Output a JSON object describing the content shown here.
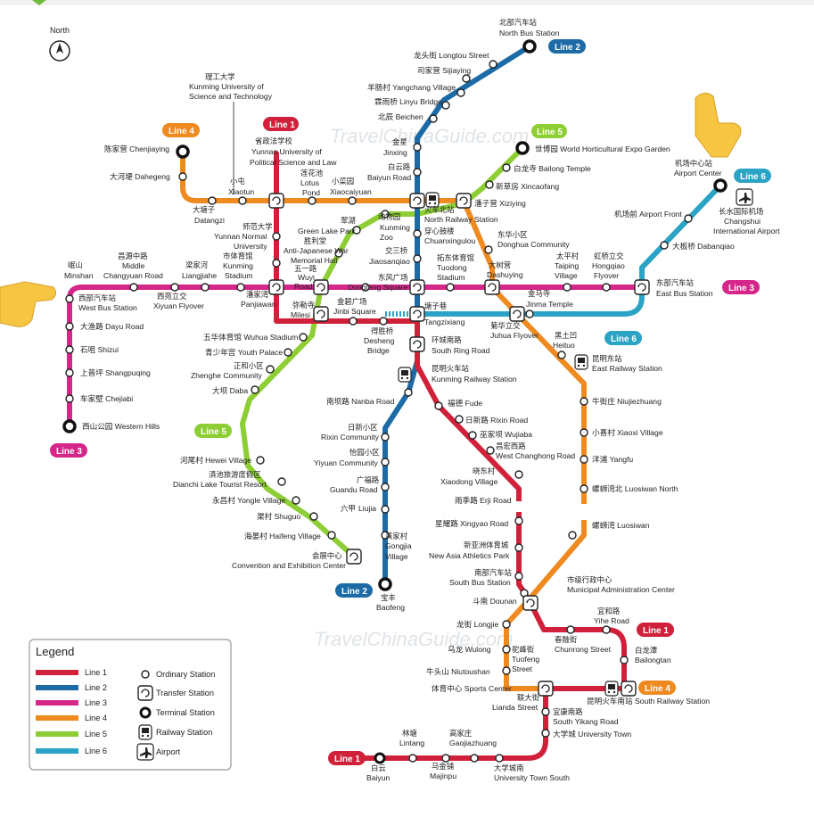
{
  "north_label": "North",
  "watermark": "TravelChinaGuide.com",
  "colors": {
    "line1": "#d1213a",
    "line2": "#1c6aa6",
    "line3": "#d5268a",
    "line4": "#ee8a1f",
    "line5": "#8dce34",
    "line6": "#2aa3c4"
  },
  "line_badges": {
    "line1_top": "Line 1",
    "line1_right": "Line 1",
    "line1_bottom": "Line 1",
    "line2_top": "Line 2",
    "line2_bottom": "Line 2",
    "line3_right": "Line 3",
    "line3_left": "Line 3",
    "line4_top": "Line 4",
    "line4_right": "Line 4",
    "line5_top": "Line 5",
    "line5_left": "Line 5",
    "line6_top": "Line 6",
    "line6_mid": "Line 6"
  },
  "legend": {
    "title": "Legend",
    "lines": [
      "Line 1",
      "Line 2",
      "Line 3",
      "Line 4",
      "Line 5",
      "Line 6"
    ],
    "symbols": [
      "Ordinary Station",
      "Transfer Station",
      "Terminal Station",
      "Railway Station",
      "Airport"
    ]
  },
  "stations": {
    "north_bus": [
      "北部汽车站",
      "North Bus Station"
    ],
    "longtou": [
      "龙头街 Longtou Street"
    ],
    "sijiaying": [
      "司家营 Sijiaying"
    ],
    "yangchang": [
      "羊肠村 Yangchang Village"
    ],
    "linyu": [
      "霖雨桥 Linyu Bridge"
    ],
    "beichen": [
      "北辰 Beichen"
    ],
    "jinxing": [
      "金星",
      "Jinxing"
    ],
    "baiyun_road": [
      "白云路",
      "Baiyun Road"
    ],
    "north_railway": [
      "火车北站",
      "North Railway Station"
    ],
    "chuanxin": [
      "穿心鼓楼",
      "Chuanxingulou"
    ],
    "jiaosanqiao": [
      "交三桥",
      "Jiaosanqiao"
    ],
    "dongfeng": [
      "东风广场",
      "Dongfeng Square"
    ],
    "tangzixiang": [
      "塘子巷",
      "Tangzixiang"
    ],
    "south_ring": [
      "环城南路",
      "South Ring Road"
    ],
    "kunming_railway": [
      "昆明火车站",
      "Kunming Railway Station"
    ],
    "nanba": [
      "南坝路 Nanba Road"
    ],
    "rixin_comm": [
      "日新小区",
      "Rixin Community"
    ],
    "yiyuan": [
      "怡园小区",
      "Yiyuan Community"
    ],
    "guandu": [
      "广福路",
      "Guandu Road"
    ],
    "liujia": [
      "六甲",
      "Liujia"
    ],
    "gongjia": [
      "龚家村",
      "Gongjia",
      "Village"
    ],
    "baofeng": [
      "宝丰",
      "Baofeng"
    ],
    "lotus": [
      "莲花池",
      "Lotus",
      "Pond"
    ],
    "xiaoyun": [
      "小屯",
      "Xiaotun"
    ],
    "xiaocaiyuan": [
      "小菜园",
      "Xiaocaiyuan"
    ],
    "yunnan_polit": [
      "省政法学校",
      "Yunnan University of",
      "Political Science and Law"
    ],
    "yunnan_tech": [
      "理工大学",
      "Kunming University of",
      "Science and Technology"
    ],
    "chenjiaying": [
      "陈家营 Chenjiaying"
    ],
    "dahegeng": [
      "大河埂 Dahegeng"
    ],
    "datangzi": [
      "大塘子",
      "Datangzi"
    ],
    "yunnan_normal": [
      "师范大学",
      "Yunnan Normal",
      "University"
    ],
    "green_lake": [
      "翠湖",
      "Green Lake Park"
    ],
    "anti_japanese": [
      "胜利堂",
      "Anti-Japanese War",
      "Memorial Hall"
    ],
    "kunming_zoo": [
      "动物园",
      "Kunming",
      "Zoo"
    ],
    "xiziying": [
      "潘子营 Xiziying"
    ],
    "xincaofang": [
      "新草房 Xincaofang"
    ],
    "bailong_temple": [
      "白龙寺 Bailong Temple"
    ],
    "horti_expo": [
      "世博园 World Horticultural Expo Garden"
    ],
    "minshan": [
      "岷山",
      "Minshan"
    ],
    "middle_changyuan": [
      "昌源中路",
      "Middle",
      "Changyuan Road"
    ],
    "liangjiahe": [
      "梁家河",
      "Liangjiahe"
    ],
    "kunming_stadium": [
      "市体育馆",
      "Kunming",
      "Stadium"
    ],
    "wuyi_road": [
      "五一路",
      "Wuyi",
      "Road"
    ],
    "tuodong": [
      "拓东体育馆",
      "Tuodong",
      "Stadium"
    ],
    "donghua": [
      "东华小区",
      "Donghua Community"
    ],
    "dashuying": [
      "大树营",
      "Dashuying"
    ],
    "taiping": [
      "太平村",
      "Taiping",
      "Village"
    ],
    "hongqiao": [
      "虹桥立交",
      "Hongqiao",
      "Flyover"
    ],
    "east_bus": [
      "东部汽车站",
      "East Bus Station"
    ],
    "west_bus": [
      "西部汽车站",
      "West Bus Station"
    ],
    "xiyuan": [
      "西苑立交",
      "Xiyuan Flyover"
    ],
    "panjiawan": [
      "潘家湾",
      "Panjiawan"
    ],
    "milesi": [
      "弥勒寺",
      "Milesi"
    ],
    "jinbi": [
      "金碧广场",
      "Jinbi Square"
    ],
    "desheng": [
      "得胜桥",
      "Desheng",
      "Bridge"
    ],
    "jinma": [
      "金马寺",
      "Jinma Temple"
    ],
    "juhua": [
      "菊华立交",
      "Juhua Flyover"
    ],
    "heituo": [
      "黑土凹",
      "Heituo"
    ],
    "east_railway": [
      "昆明东站",
      "East Railway Station"
    ],
    "niujiezhuang": [
      "牛街庄 Niujiezhuang"
    ],
    "xiaoxi": [
      "小喜村 Xiaoxi Village"
    ],
    "yangfu": [
      "洋浦 Yangfu"
    ],
    "luosiwan_n": [
      "螺蛳湾北 Luosiwan North"
    ],
    "luosiwan_s": [
      "螺蛳湾 Luosiwan"
    ],
    "airport_front": [
      "机场前 Airport Front"
    ],
    "dabanqiao": [
      "大板桥 Dabanqiao"
    ],
    "airport_center": [
      "机场中心站",
      "Airport Center"
    ],
    "changshui": [
      "长水国际机场",
      "Changshui",
      "International Airport"
    ],
    "dayu": [
      "大渔路 Dayu Road"
    ],
    "shizui": [
      "石咀 Shizui"
    ],
    "shangpuqing": [
      "上普坪 Shangpuqing"
    ],
    "chejiabi": [
      "车家壁 Chejiabi"
    ],
    "western_hills": [
      "西山公园 Western Hills"
    ],
    "wuhua": [
      "五华体育馆 Wuhua Stadium"
    ],
    "youth_palace": [
      "青少年宫 Youth Palace"
    ],
    "zhenghe": [
      "正和小区",
      "Zhenghe Community"
    ],
    "daba": [
      "大坝 Daba"
    ],
    "hewei": [
      "河尾村 Hewei Village"
    ],
    "dianchi": [
      "滇池旅游度假区",
      "Dianchi Lake Tourist Resort"
    ],
    "yongle": [
      "永昌村 Yongle Village"
    ],
    "shuguo": [
      "渠村 Shuguo"
    ],
    "haifeng": [
      "海晏村 Haifeng Village"
    ],
    "convention": [
      "会展中心",
      "Convention and Exhibition Center"
    ],
    "fude": [
      "福德 Fude"
    ],
    "rixin_road": [
      "日新路 Rixin Road"
    ],
    "wujiaba": [
      "巫家坝 Wujiaba"
    ],
    "west_changhong": [
      "昌宏西路",
      "West Changhong Road"
    ],
    "xiaodong": [
      "晓东村",
      "Xiaodong Village"
    ],
    "erji": [
      "雨季路 Erji Road"
    ],
    "xingyao": [
      "星耀路 Xingyao Road"
    ],
    "new_asia": [
      "新亚洲体育城",
      "New Asia Athletics Park"
    ],
    "south_bus": [
      "南部汽车站",
      "South Bus Station"
    ],
    "dounan": [
      "斗南 Dounan"
    ],
    "admin_center": [
      "市级行政中心",
      "Municipal Administration Center"
    ],
    "yihe": [
      "宜和路",
      "Yihe Road"
    ],
    "chunrong": [
      "春融街",
      "Chunrong Street"
    ],
    "bailongtan": [
      "白龙潭",
      "Bailongtan"
    ],
    "longjie": [
      "龙街 Longjie"
    ],
    "wulong": [
      "乌龙 Wulong"
    ],
    "niutoushan": [
      "牛头山 Niutoushan"
    ],
    "tuofeng": [
      "驼峰街",
      "Tuofeng",
      "Street"
    ],
    "sports_center": [
      "体育中心 Sports Center"
    ],
    "lianda": [
      "联大街",
      "Lianda Street"
    ],
    "south_railway": [
      "昆明火车南站 South Railway Station"
    ],
    "south_yikang": [
      "宜康南路",
      "South Yikang Road"
    ],
    "univ_town": [
      "大学城 University Town"
    ],
    "univ_town_south": [
      "大学城南",
      "University Town South"
    ],
    "majinpu": [
      "马金铺",
      "Majinpu"
    ],
    "gaojiazhuang": [
      "高家庄",
      "Gaojiazhuang"
    ],
    "lintang": [
      "林塘",
      "Lintang"
    ],
    "baiyun": [
      "白云",
      "Baiyun"
    ]
  }
}
